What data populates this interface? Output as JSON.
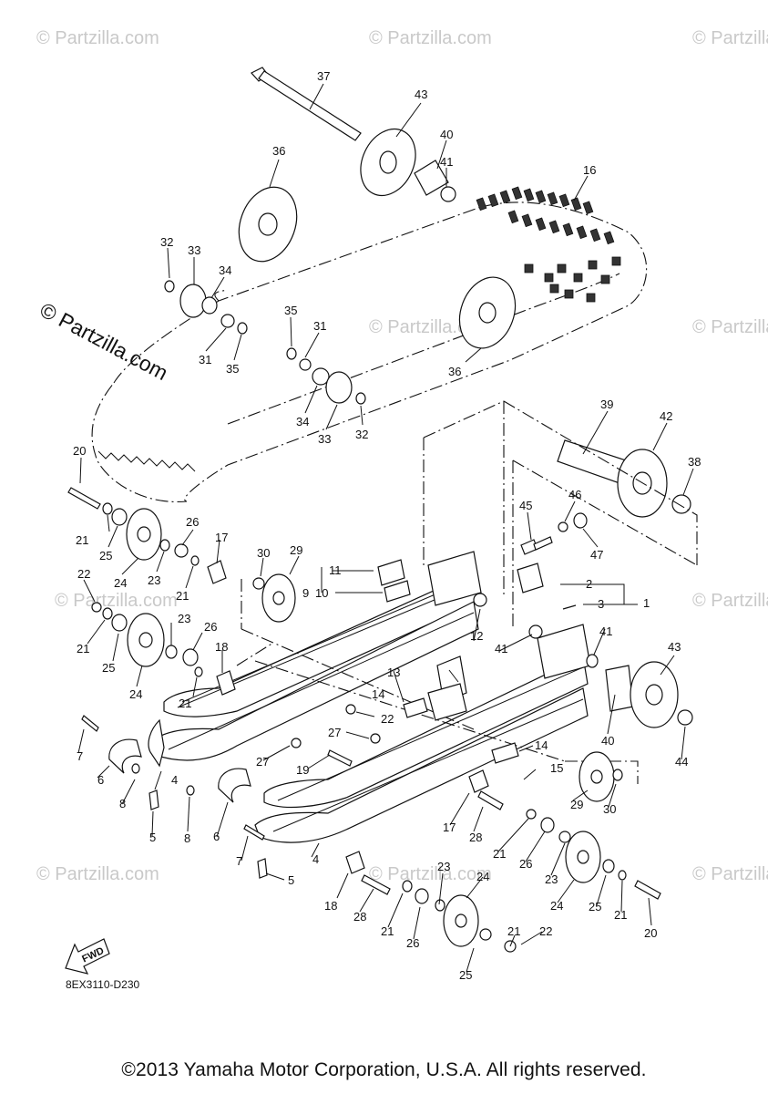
{
  "diagram": {
    "code": "8EX3110-D230",
    "fwd_label": "FWD",
    "copyright": "©2013 Yamaha Motor Corporation, U.S.A. All rights reserved.",
    "watermark": "© Partzilla.com",
    "callouts": {
      "c1": "1",
      "c2": "2",
      "c3": "3",
      "c4a": "4",
      "c4b": "4",
      "c5a": "5",
      "c5b": "5",
      "c6a": "6",
      "c6b": "6",
      "c7a": "7",
      "c7b": "7",
      "c8a": "8",
      "c8b": "8",
      "c9": "9",
      "c10": "10",
      "c11": "11",
      "c12": "12",
      "c13": "13",
      "c14a": "14",
      "c14b": "14",
      "c15": "15",
      "c16": "16",
      "c17a": "17",
      "c17b": "17",
      "c18a": "18",
      "c18b": "18",
      "c19": "19",
      "c20a": "20",
      "c20b": "20",
      "c21a": "21",
      "c21b": "21",
      "c21c": "21",
      "c21d": "21",
      "c21e": "21",
      "c21f": "21",
      "c21g": "21",
      "c22a": "22",
      "c22b": "22",
      "c22c": "22",
      "c23a": "23",
      "c23b": "23",
      "c23c": "23",
      "c23d": "23",
      "c24a": "24",
      "c24b": "24",
      "c24c": "24",
      "c24d": "24",
      "c25a": "25",
      "c25b": "25",
      "c25c": "25",
      "c25d": "25",
      "c26a": "26",
      "c26b": "26",
      "c26c": "26",
      "c26d": "26",
      "c27a": "27",
      "c27b": "27",
      "c28a": "28",
      "c28b": "28",
      "c29a": "29",
      "c29b": "29",
      "c30a": "30",
      "c30b": "30",
      "c31a": "31",
      "c31b": "31",
      "c32a": "32",
      "c32b": "32",
      "c33a": "33",
      "c33b": "33",
      "c34a": "34",
      "c34b": "34",
      "c35a": "35",
      "c35b": "35",
      "c36a": "36",
      "c36b": "36",
      "c37": "37",
      "c38": "38",
      "c39": "39",
      "c40a": "40",
      "c40b": "40",
      "c41a": "41",
      "c41b": "41",
      "c41c": "41",
      "c42": "42",
      "c43a": "43",
      "c43b": "43",
      "c44": "44",
      "c45": "45",
      "c46": "46",
      "c47": "47"
    }
  }
}
